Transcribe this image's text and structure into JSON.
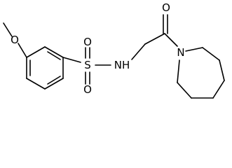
{
  "molecule": {
    "atom_labels": {
      "methoxy_oxygen": "O",
      "sulfur": "S",
      "sulfonyl_oxygen_top": "O",
      "sulfonyl_oxygen_bottom": "O",
      "amine": "NH",
      "carbonyl_oxygen": "O",
      "ring_nitrogen": "N"
    }
  }
}
